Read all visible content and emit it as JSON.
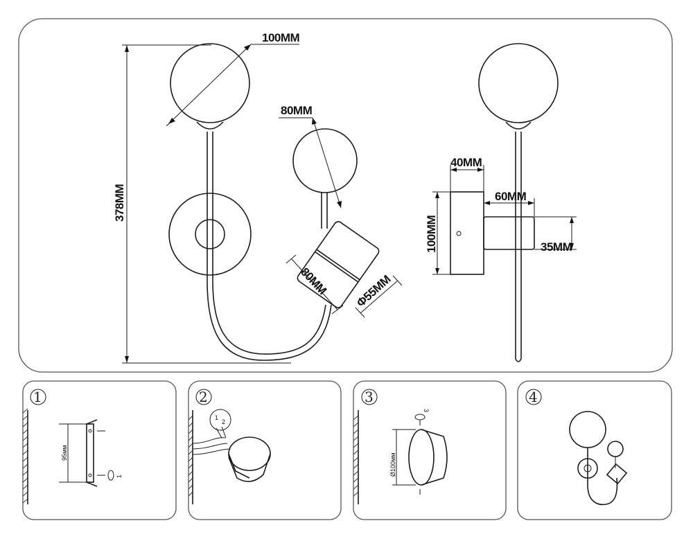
{
  "main_panel": {
    "dim_height": "378MM",
    "dim_big_globe": "100MM",
    "dim_small_globe": "80MM",
    "dim_spot_length": "80MM",
    "dim_spot_diameter": "Φ55MM",
    "dim_base_depth": "40MM",
    "dim_base_height": "100MM",
    "dim_arm_length": "60MM",
    "dim_arm_height": "35MM"
  },
  "steps": [
    {
      "number": "1",
      "dim_label": "95мм",
      "screw_label": "1"
    },
    {
      "number": "2",
      "wire_labels": [
        "1",
        "2"
      ]
    },
    {
      "number": "3",
      "dim_label": "Ø100мм",
      "screw_label": "3"
    },
    {
      "number": "4"
    }
  ]
}
